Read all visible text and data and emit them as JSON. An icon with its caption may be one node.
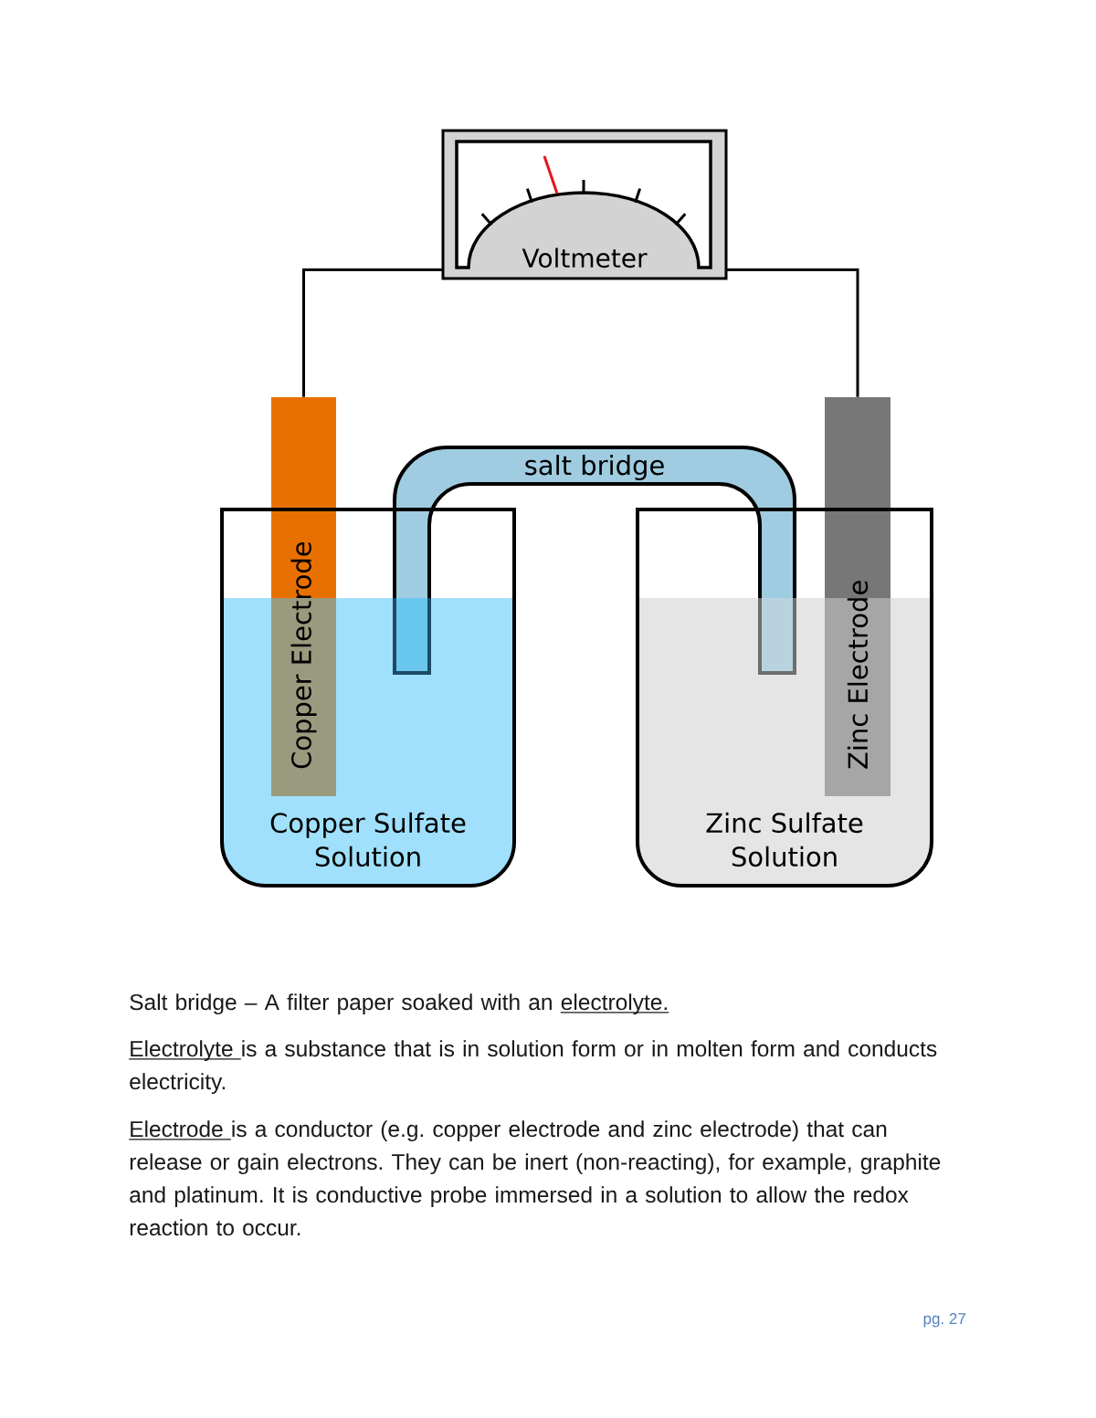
{
  "diagram": {
    "nodes": [
      {
        "text": [
          "Voltmeter"
        ]
      },
      {
        "text": [
          "Copper Electrode"
        ]
      },
      {
        "text": [
          "Zinc Electrode"
        ]
      },
      {
        "text": [
          "salt bridge"
        ]
      },
      {
        "text": [
          "Copper Sulfate Solution"
        ]
      },
      {
        "text": [
          "Zinc Sulfate Solution"
        ]
      }
    ],
    "edges": [
      {
        "from": 0,
        "to": 1,
        "arrow": "none"
      },
      {
        "from": 0,
        "to": 2,
        "arrow": "none"
      }
    ],
    "labels": [
      "Salt bridge – A filter paper soaked with an electrolyte.",
      "Electrolyte is a substance that is in solution form or in molten form and conducts electricity.",
      "Electrode is a conductor (e.g. copper electrode and zinc electrode) that can release or gain electrons. They can be inert (non-reacting), for example, graphite and platinum. It is conductive probe immersed in a solution to allow the redox reaction to occur.",
      "pg. 27"
    ]
  }
}
